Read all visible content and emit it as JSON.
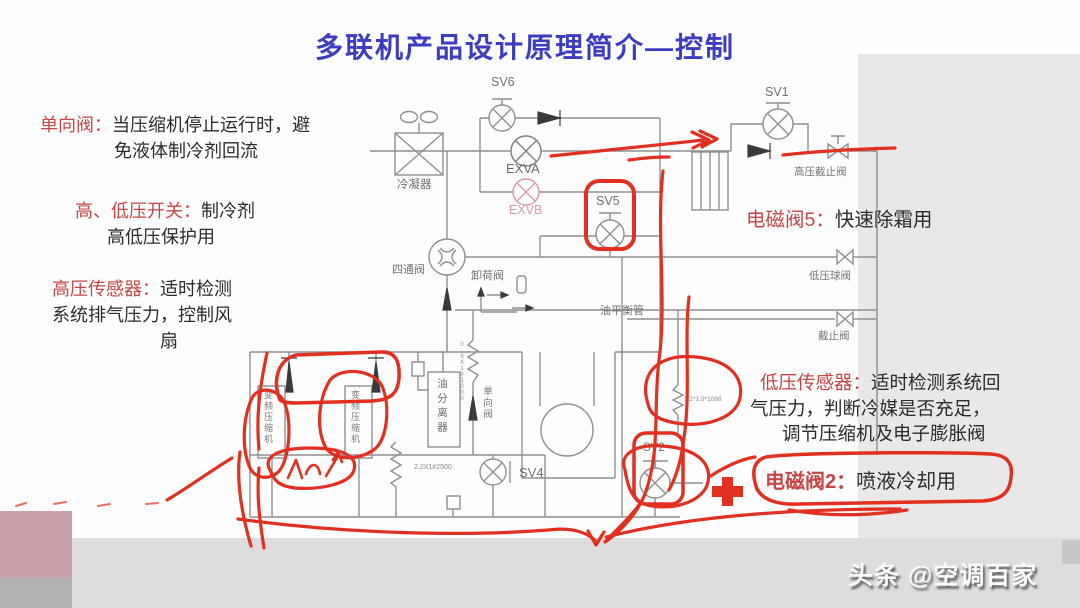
{
  "title": "多联机产品设计原理简介—控制",
  "annotations": {
    "check_valve": {
      "label": "单向阀：",
      "line1": "当压缩机停止运行时，避",
      "line2": "免液体制冷剂回流"
    },
    "hp_lp_switch": {
      "label": "高、低压开关：",
      "line1": "制冷剂",
      "line2": "高低压保护用"
    },
    "hp_sensor": {
      "label": "高压传感器：",
      "line1": "适时检测",
      "line2": "系统排气压力，控制风",
      "line3": "扇"
    },
    "sv5_note": {
      "label": "电磁阀5：",
      "text": "快速除霜用"
    },
    "lp_sensor": {
      "label": "低压传感器：",
      "line1": "适时检测系统回",
      "line2": "气压力，判断冷媒是否充足，",
      "line3": "调节压缩机及电子膨胀阀"
    },
    "sv2_note": {
      "label": "电磁阀2：",
      "text": "喷液冷却用"
    }
  },
  "diagram": {
    "valves": {
      "sv1": "SV1",
      "sv2": "SV2",
      "sv4": "SV4",
      "sv5": "SV5",
      "sv6": "SV6",
      "exva": "EXVA",
      "exvb": "EXVB"
    },
    "labels": {
      "condenser": "冷凝器",
      "four_way_valve": "四通阀",
      "unloading_valve": "卸荷阀",
      "oil_balance_pipe": "油平衡管",
      "hp_stop_valve": "高压截止阀",
      "lp_ball_valve": "低压球阀",
      "stop_valve": "截止阀",
      "compressor1": "变频压缩机",
      "compressor2": "变频压缩机",
      "oil_separator": "油分离器",
      "check_valve_vertical": "单向阀",
      "capillary_main": "2.2X1#2500",
      "capillary_sv2": "3.2*1.9*1088",
      "capillary_oil": "0.9X1#1000"
    }
  },
  "watermark": "头条 @空调百家",
  "colors": {
    "title_blue": "#3c3cc0",
    "label_red": "#c64545",
    "pen_red": "#e1301f",
    "line_gray": "#8f8f8f",
    "exvb_pink": "#d89aa4"
  }
}
